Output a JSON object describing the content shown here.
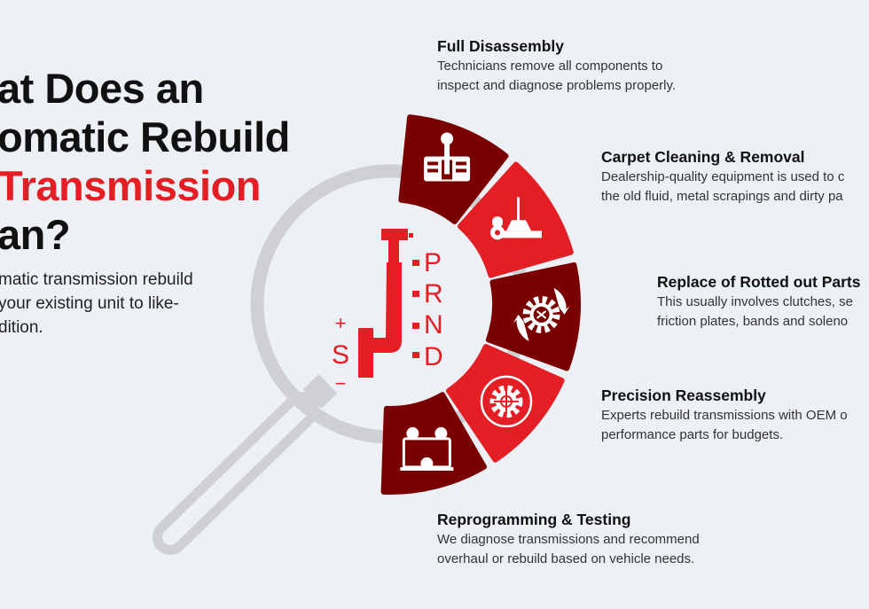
{
  "heading": {
    "lines": [
      "at Does an",
      "omatic Rebuild",
      "Transmission",
      "an?"
    ],
    "accent_color": "#e31e24"
  },
  "intro": {
    "lines": [
      "matic transmission rebuild",
      "your existing unit to like-",
      "dition."
    ]
  },
  "shifter": {
    "gears": [
      "P",
      "R",
      "N",
      "D"
    ],
    "manual": [
      "+",
      "S",
      "−"
    ]
  },
  "steps": [
    {
      "title": "Full Disassembly",
      "desc": [
        "Technicians remove all components to",
        "inspect and diagnose problems properly."
      ],
      "color": "#7a0000",
      "icon": "gear-shifter-icon"
    },
    {
      "title": "Carpet Cleaning & Removal",
      "desc": [
        "Dealership-quality equipment is used to c",
        "the old fluid, metal scrapings and dirty pa"
      ],
      "color": "#e31e24",
      "icon": "carpet-cleaning-icon"
    },
    {
      "title": "Replace of Rotted out Parts",
      "desc": [
        "This usually involves clutches, se",
        "friction plates, bands and soleno"
      ],
      "color": "#7a0000",
      "icon": "gear-swap-icon"
    },
    {
      "title": "Precision Reassembly",
      "desc": [
        "Experts rebuild transmissions with OEM o",
        "performance parts for budgets."
      ],
      "color": "#e31e24",
      "icon": "precision-gear-icon"
    },
    {
      "title": "Reprogramming & Testing",
      "desc": [
        "We diagnose transmissions and recommend",
        "overhaul or rebuild based on vehicle needs."
      ],
      "color": "#7a0000",
      "icon": "laptop-code-icon"
    }
  ],
  "colors": {
    "dark_red": "#7a0000",
    "red": "#e31e24",
    "magnifier": "#cfd0d3",
    "background": "#edf0f4"
  }
}
